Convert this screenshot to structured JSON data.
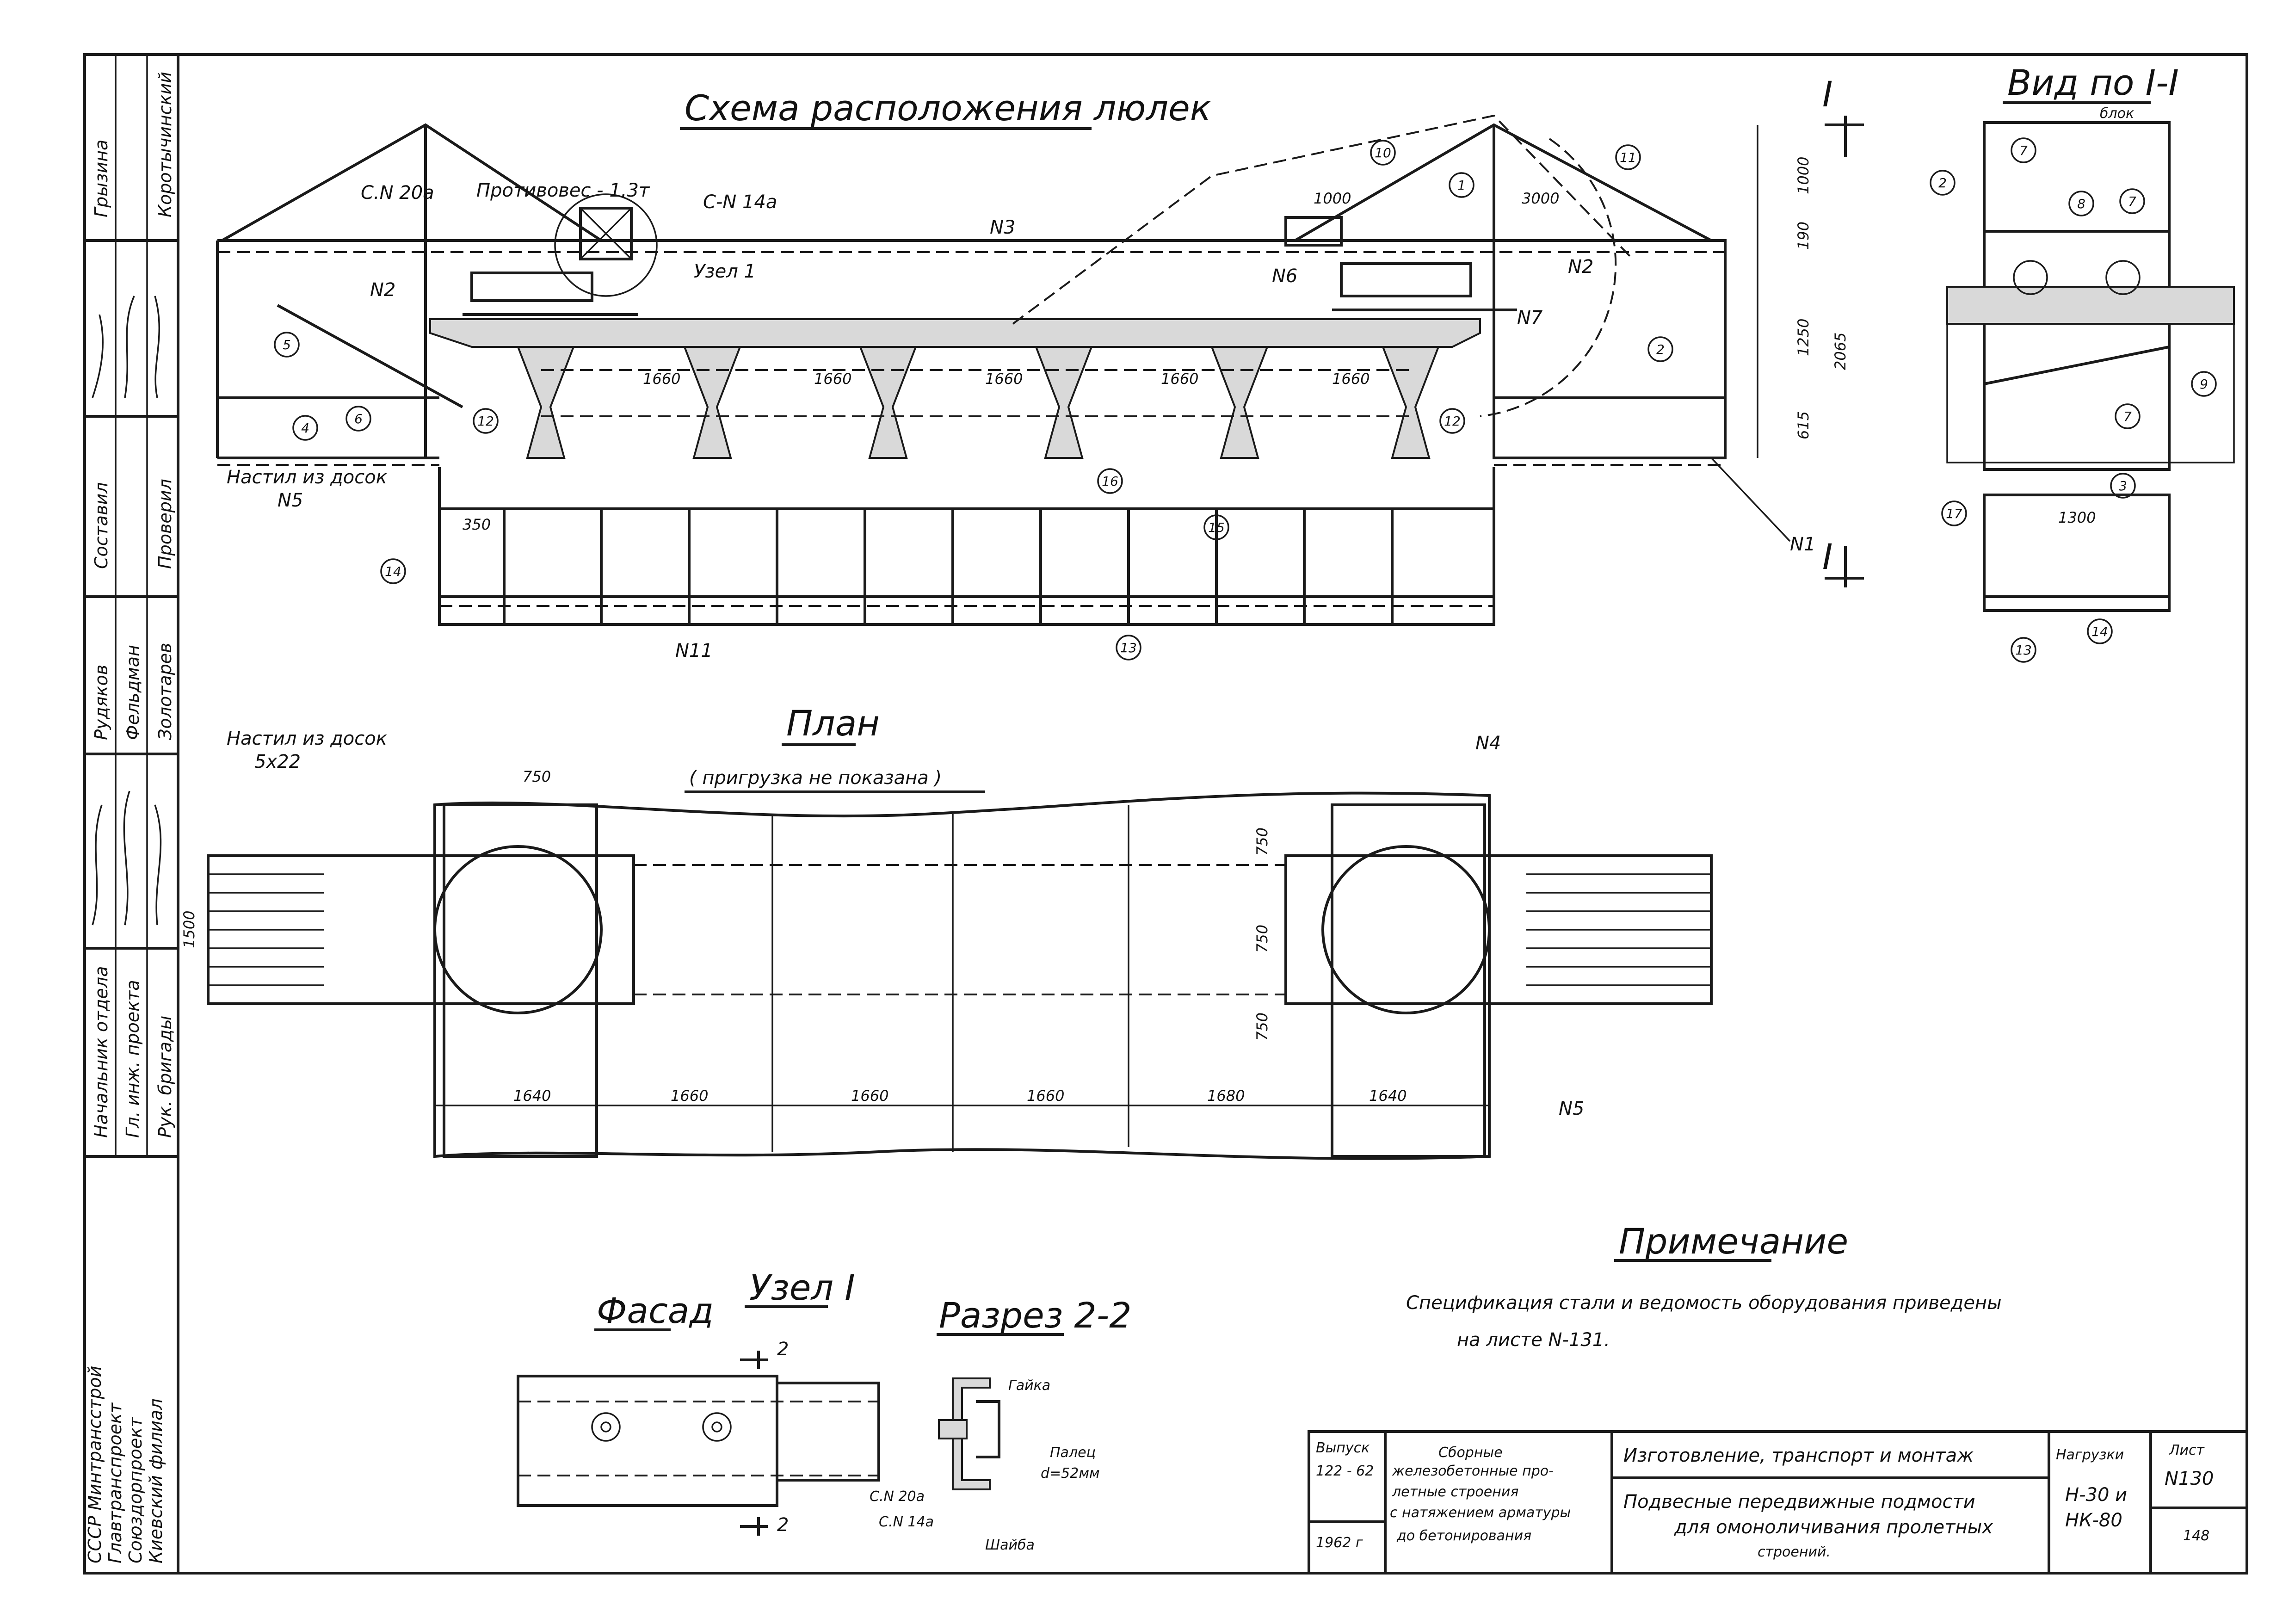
{
  "stamp": {
    "line1": "Грызина",
    "line2": "Коротычинский",
    "row_labels": [
      "Составил",
      "Проверил",
      "Начальник отдела",
      "Гл. инж. проекта",
      "Рук. бригады"
    ],
    "names": [
      "Рудяков",
      "Фельдман",
      "Золотарев"
    ],
    "org": [
      "СССР Минтрансстрой",
      "Главтранспроект",
      "Союздорпроект",
      "Киевский филиал"
    ]
  },
  "scheme": {
    "title": "Схема расположения люлек",
    "counterweight": "Противовес - 1.3т",
    "channel_top": "С-N 14а",
    "channel_left": "С.N 20а",
    "node": "Узел 1",
    "dims_spans": [
      "1660",
      "1660",
      "1660",
      "1660",
      "1660"
    ],
    "dim_1000": "1000",
    "dim_3000": "3000",
    "dim_350": "350",
    "right_dims": [
      "1000",
      "190",
      "1250",
      "615",
      "2065"
    ],
    "planking": "Настил из досок",
    "marks": [
      "N3",
      "N2",
      "N6",
      "N2",
      "N7",
      "N1",
      "N5",
      "N11"
    ],
    "section_mark": "I"
  },
  "view": {
    "title": "Вид по I-I",
    "block": "блок",
    "dim_1300": "1300"
  },
  "plan": {
    "title": "План",
    "subtitle": "( пригрузка не показана )",
    "planking": "Настил из досок",
    "planking_size": "5х22",
    "dim_750_top": "750",
    "dims_bottom": [
      "1640",
      "1660",
      "1660",
      "1660",
      "1680",
      "1640"
    ],
    "side_dims": [
      "750",
      "750",
      "750"
    ],
    "left_dim": "1500",
    "mark_n4": "N4",
    "mark_n5": "N5"
  },
  "node": {
    "title": "Узел I",
    "facade": "Фасад",
    "section": "Разрез 2-2",
    "cut_mark": "2",
    "nut": "Гайка",
    "pin": "Палец",
    "pin_d": "d=52мм",
    "washer": "Шайба",
    "channel1": "С.N 20а",
    "channel2": "С.N 14а"
  },
  "note": {
    "title": "Примечание",
    "line1": "Спецификация стали и ведомость оборудования приведены",
    "line2": "на листе N-131."
  },
  "titleblock": {
    "issue_label": "Выпуск",
    "issue": "122 - 62",
    "year": "1962 г",
    "series1": "Сборные",
    "series2": "железобетонные про-",
    "series3": "летные строения",
    "series4": "с натяжением арматуры",
    "series5": "до бетонирования",
    "header": "Изготовление, транспорт и монтаж",
    "name1": "Подвесные передвижные подмости",
    "name2": "для омоноличивания пролетных",
    "name3": "строений.",
    "loads_label": "Нагрузки",
    "loads1": "Н-30 и",
    "loads2": "НК-80",
    "sheet_label": "Лист",
    "sheet": "N130",
    "page": "148"
  }
}
